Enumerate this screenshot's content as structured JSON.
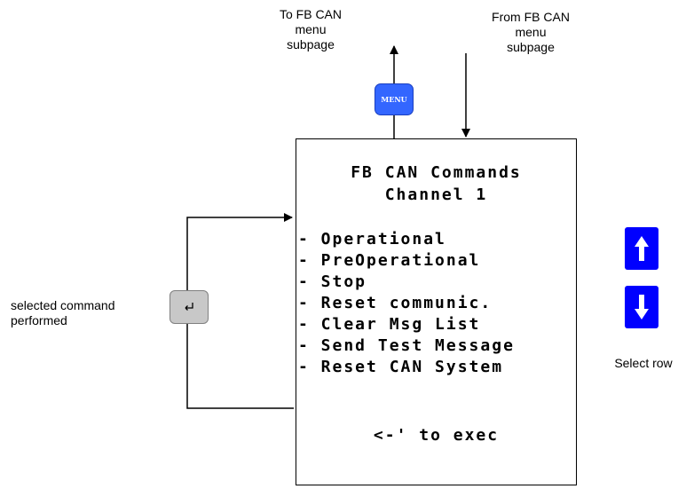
{
  "captions": {
    "to_fb": "To FB CAN\nmenu\nsubpage",
    "from_fb": "From FB CAN\nmenu\nsubpage",
    "selected": "selected command\nperformed",
    "select_row": "Select row"
  },
  "buttons": {
    "menu_label": "MENU"
  },
  "screen": {
    "title_line1": "FB CAN Commands",
    "title_line2": "Channel 1",
    "rows": [
      "- Operational",
      "- PreOperational",
      "- Stop",
      "- Reset communic.",
      "- Clear Msg List",
      "- Send Test Message",
      "- Reset CAN System"
    ],
    "footer": "<-' to exec"
  },
  "icons": [
    "enter-icon",
    "arrow-up-icon",
    "arrow-down-icon"
  ],
  "colors": {
    "menu_button": "#3366ff",
    "arrow_buttons": "#0000ff",
    "enter_button": "#c8c8c8"
  }
}
